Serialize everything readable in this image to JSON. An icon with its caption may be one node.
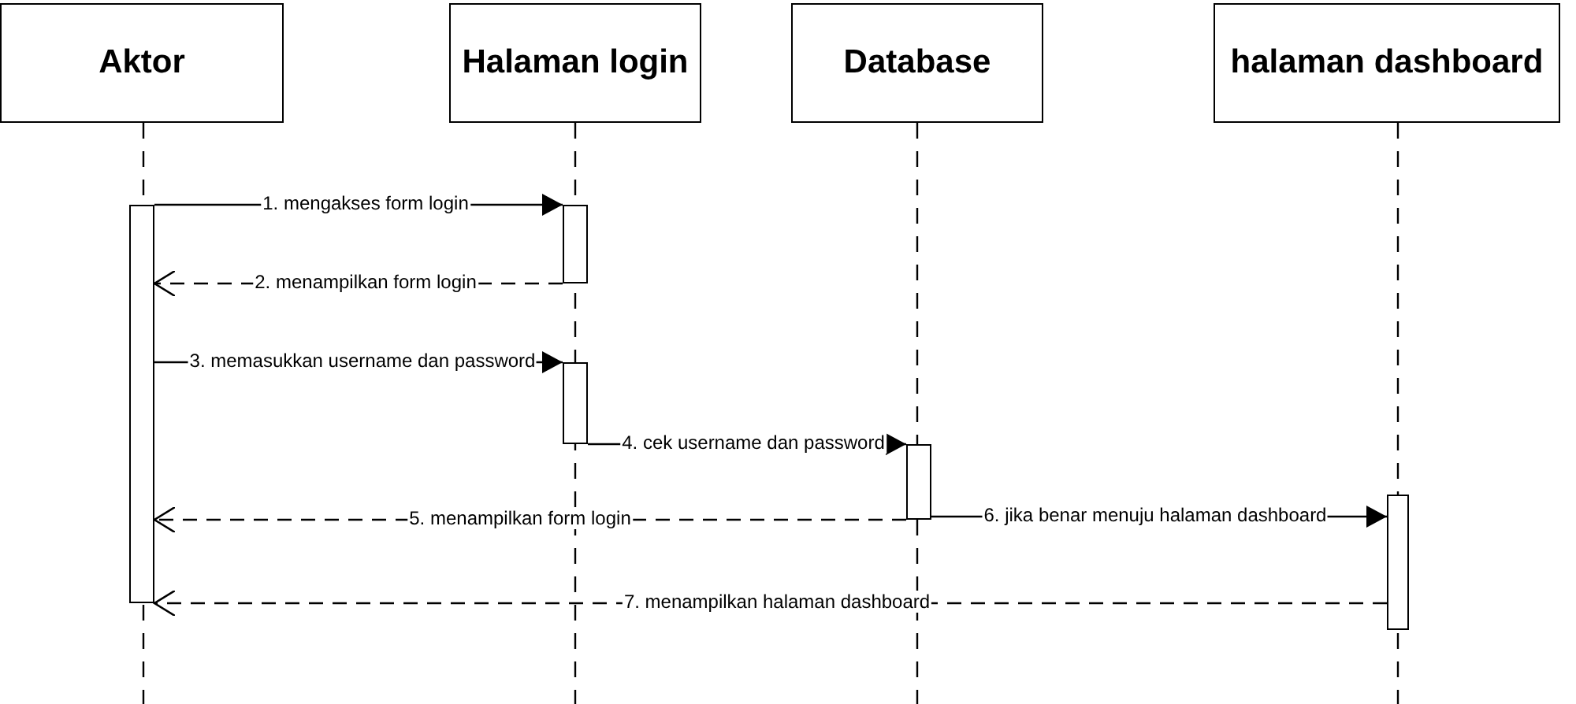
{
  "diagram": {
    "nodes": [
      {
        "text": [
          "Aktor"
        ]
      },
      {
        "text": [
          "Halaman login"
        ]
      },
      {
        "text": [
          "Database"
        ]
      },
      {
        "text": [
          "halaman dashboard"
        ]
      },
      {
        "text": [],
        "shape": "bar"
      },
      {
        "text": [],
        "shape": "bar"
      },
      {
        "text": [],
        "shape": "bar"
      },
      {
        "text": [],
        "shape": "bar"
      },
      {
        "text": [],
        "shape": "bar"
      }
    ],
    "edges": [
      {
        "from": 4,
        "to": 5,
        "arrow": "to",
        "label": "1. mengakses form login"
      },
      {
        "from": 5,
        "to": 4,
        "arrow": "to",
        "label": "2. menampilkan form login",
        "style": "dashed"
      },
      {
        "from": 4,
        "to": 6,
        "arrow": "to",
        "label": "3. memasukkan username dan password"
      },
      {
        "from": 6,
        "to": 7,
        "arrow": "to",
        "label": "4. cek username dan password"
      },
      {
        "from": 7,
        "to": 4,
        "arrow": "to",
        "label": "5. menampilkan form login",
        "style": "dashed"
      },
      {
        "from": 7,
        "to": 8,
        "arrow": "to",
        "label": "6. jika benar menuju halaman dashboard"
      },
      {
        "from": 8,
        "to": 4,
        "arrow": "to",
        "label": "7. menampilkan halaman dashboard",
        "style": "dashed"
      }
    ]
  }
}
